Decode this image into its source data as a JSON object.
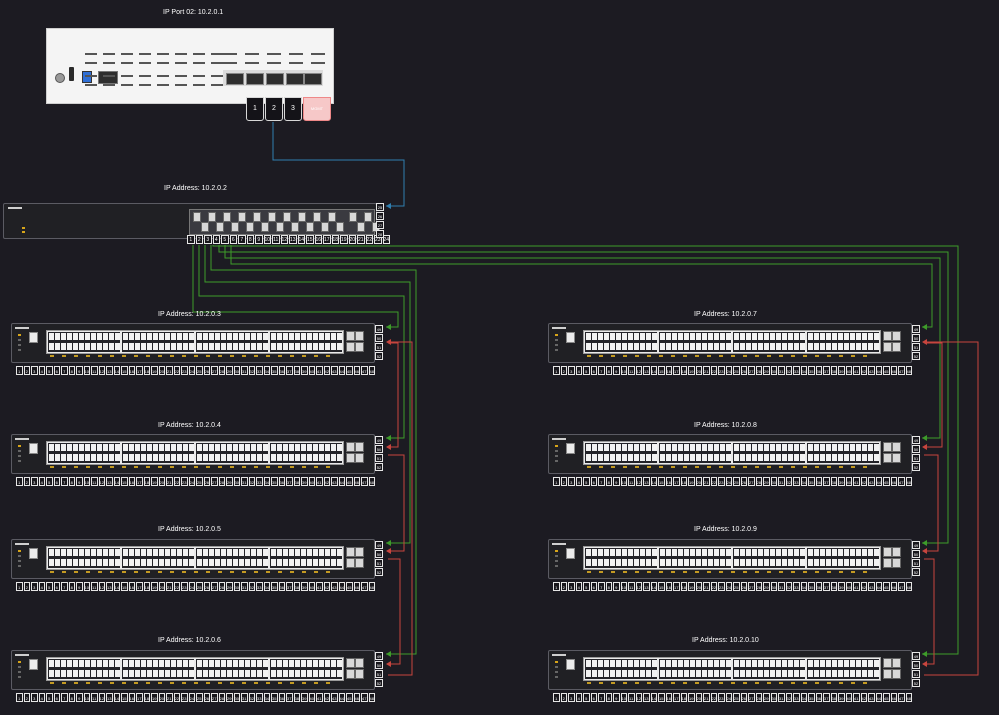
{
  "firewall": {
    "label": "IP Port 02: 10.2.0.1",
    "port_tabs": [
      "1",
      "2",
      "3",
      "MGMT"
    ],
    "icons": [
      "reset-button-icon",
      "usb-port-icon",
      "console-port-icon",
      "rj45-port-icon"
    ]
  },
  "core_switch": {
    "label": "IP Address: 10.2.0.2",
    "ports": [
      "1",
      "2",
      "3",
      "4",
      "5",
      "6",
      "7",
      "8",
      "9",
      "10",
      "11",
      "12",
      "13",
      "14",
      "15",
      "16",
      "17",
      "18",
      "19",
      "20",
      "21",
      "22",
      "23",
      "24"
    ],
    "uplinks": [
      "25",
      "26",
      "27",
      "28"
    ]
  },
  "access_switches": [
    {
      "label": "IP Address:  10.2.0.3"
    },
    {
      "label": "IP Address:  10.2.0.4"
    },
    {
      "label": "IP Address:  10.2.0.5"
    },
    {
      "label": "IP Address:  10.2.0.6"
    },
    {
      "label": "IP Address:  10.2.0.7"
    },
    {
      "label": "IP Address:  10.2.0.8"
    },
    {
      "label": "IP Address:  10.2.0.9"
    },
    {
      "label": "IP Address:  10.2.0.10"
    }
  ],
  "access_ports": [
    "1",
    "2",
    "3",
    "4",
    "5",
    "6",
    "7",
    "8",
    "9",
    "10",
    "11",
    "12",
    "13",
    "14",
    "15",
    "16",
    "17",
    "18",
    "19",
    "20",
    "21",
    "22",
    "23",
    "24",
    "25",
    "26",
    "27",
    "28",
    "29",
    "30",
    "31",
    "32",
    "33",
    "34",
    "35",
    "36",
    "37",
    "38",
    "39",
    "40",
    "41",
    "42",
    "43",
    "44",
    "45",
    "46",
    "47",
    "48"
  ],
  "access_uplinks": [
    "49",
    "50",
    "51",
    "52"
  ],
  "colors": {
    "background": "#1c1b22",
    "uplink_wire": "#2f7fb0",
    "green_wire": "#3e9c2a",
    "red_wire": "#c8453e"
  }
}
